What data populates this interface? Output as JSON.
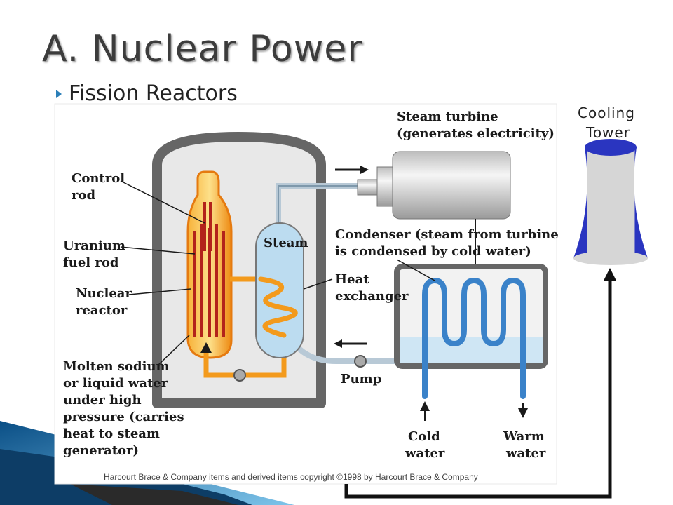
{
  "title": "A. Nuclear Power",
  "bullet": "Fission Reactors",
  "labels": {
    "steam_turbine_1": "Steam turbine",
    "steam_turbine_2": "(generates electricity)",
    "control_rod_1": "Control",
    "control_rod_2": "rod",
    "uranium_1": "Uranium",
    "uranium_2": "fuel rod",
    "nuclear_1": "Nuclear",
    "nuclear_2": "reactor",
    "steam": "Steam",
    "heat_1": "Heat",
    "heat_2": "exchanger",
    "condenser_1": "Condenser (steam from turbine",
    "condenser_2": "is condensed by cold water)",
    "molten_1": "Molten sodium",
    "molten_2": "or liquid water",
    "molten_3": "under high",
    "molten_4": "pressure (carries",
    "molten_5": "heat to steam",
    "molten_6": "generator)",
    "pump": "Pump",
    "cold_1": "Cold",
    "cold_2": "water",
    "warm_1": "Warm",
    "warm_2": "water",
    "copyright": "Harcourt Brace & Company items and derived items copyright ©1998 by Harcourt Brace & Company",
    "cooling_1": "Cooling",
    "cooling_2": "Tower"
  },
  "colors": {
    "reactor_orange": "#f39a1c",
    "fuel_rod": "#b3231b",
    "steam_blue": "#bcdcf0",
    "coil_blue": "#3a82c9",
    "tower_blue": "#2a35c0",
    "tower_gray": "#d4d4d4"
  }
}
